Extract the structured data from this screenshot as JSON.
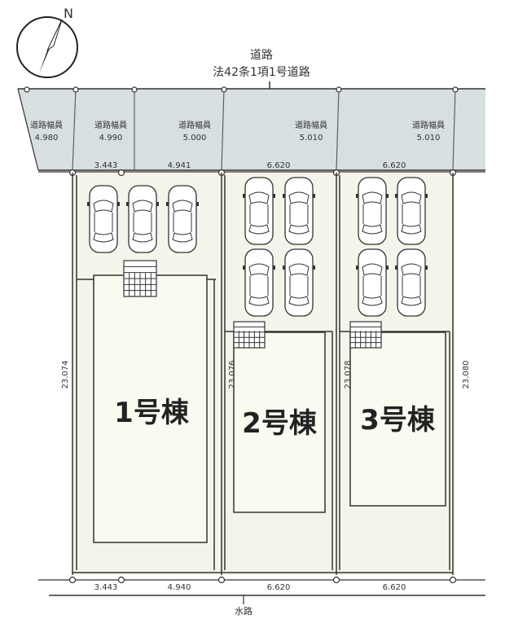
{
  "north_mark": {
    "label": "N"
  },
  "road": {
    "title": "道路",
    "subtitle": "法42条1項1号道路",
    "widths": [
      {
        "label": "道路幅員",
        "value": "4.980"
      },
      {
        "label": "道路幅員",
        "value": "4.990"
      },
      {
        "label": "道路幅員",
        "value": "5.000"
      },
      {
        "label": "道路幅員",
        "value": "5.010"
      },
      {
        "label": "道路幅員",
        "value": "5.010"
      }
    ]
  },
  "frontage_top": [
    "3.443",
    "4.941",
    "6.620",
    "6.620"
  ],
  "frontage_bottom": [
    "3.443",
    "4.940",
    "6.620",
    "6.620"
  ],
  "depths": [
    "23.074",
    "23.076",
    "23.078",
    "23.080"
  ],
  "buildings": [
    {
      "label": "1号棟"
    },
    {
      "label": "2号棟"
    },
    {
      "label": "3号棟"
    }
  ],
  "waterway": {
    "label": "水路"
  },
  "parking_counts": [
    3,
    4,
    4
  ],
  "colors": {
    "road": "#d7dfe0",
    "lot": "#f4f4ea",
    "building": "#fbfaf0",
    "line": "#333333"
  }
}
